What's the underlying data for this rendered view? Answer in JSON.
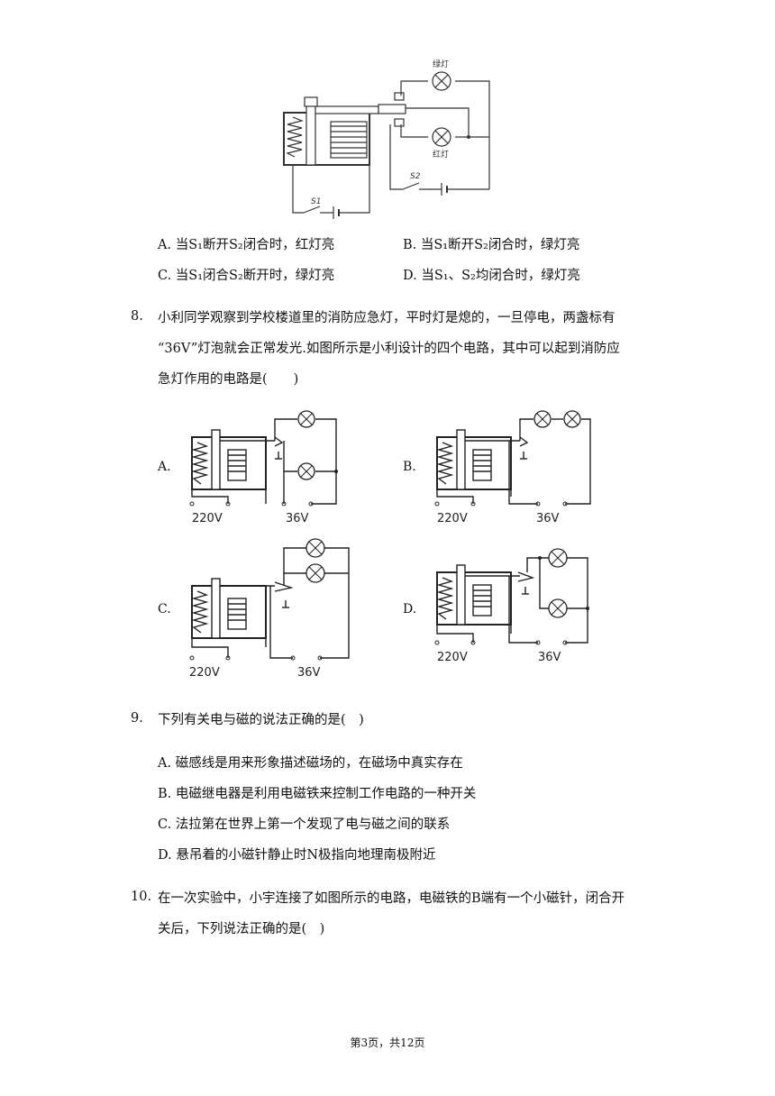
{
  "q7": {
    "figure": {
      "green_label": "绿灯",
      "red_label": "红灯",
      "s1_label": "S1",
      "s2_label": "S2"
    },
    "options": [
      {
        "letter": "A.",
        "text": "当S₁断开S₂闭合时，红灯亮"
      },
      {
        "letter": "B.",
        "text": "当S₁断开S₂闭合时，绿灯亮"
      },
      {
        "letter": "C.",
        "text": "当S₁闭合S₂断开时，绿灯亮"
      },
      {
        "letter": "D.",
        "text": "当S₁、S₂均闭合时，绿灯亮"
      }
    ]
  },
  "q8": {
    "number": "8.",
    "lines": [
      "小利同学观察到学校楼道里的消防应急灯，平时灯是熄的，一旦停电，两盏标有",
      "“36V”灯泡就会正常发光.如图所示是小利设计的四个电路，其中可以起到消防应",
      "急灯作用的电路是(　　)"
    ],
    "options": [
      {
        "letter": "A.",
        "v1": "220V",
        "v2": "36V"
      },
      {
        "letter": "B.",
        "v1": "220V",
        "v2": "36V"
      },
      {
        "letter": "C.",
        "v1": "220V",
        "v2": "36V"
      },
      {
        "letter": "D.",
        "v1": "220V",
        "v2": "36V"
      }
    ]
  },
  "q9": {
    "number": "9.",
    "stem": "下列有关电与磁的说法正确的是(　)",
    "options": [
      {
        "letter": "A.",
        "text": "磁感线是用来形象描述磁场的，在磁场中真实存在"
      },
      {
        "letter": "B.",
        "text": "电磁继电器是利用电磁铁来控制工作电路的一种开关"
      },
      {
        "letter": "C.",
        "text": "法拉第在世界上第一个发现了电与磁之间的联系"
      },
      {
        "letter": "D.",
        "text": "悬吊着的小磁针静止时N极指向地理南极附近"
      }
    ]
  },
  "q10": {
    "number": "10.",
    "lines": [
      "在一次实验中，小宇连接了如图所示的电路，电磁铁的B端有一个小磁针，闭合开",
      "关后，下列说法正确的是(　)"
    ]
  },
  "footer": "第3页，共12页"
}
